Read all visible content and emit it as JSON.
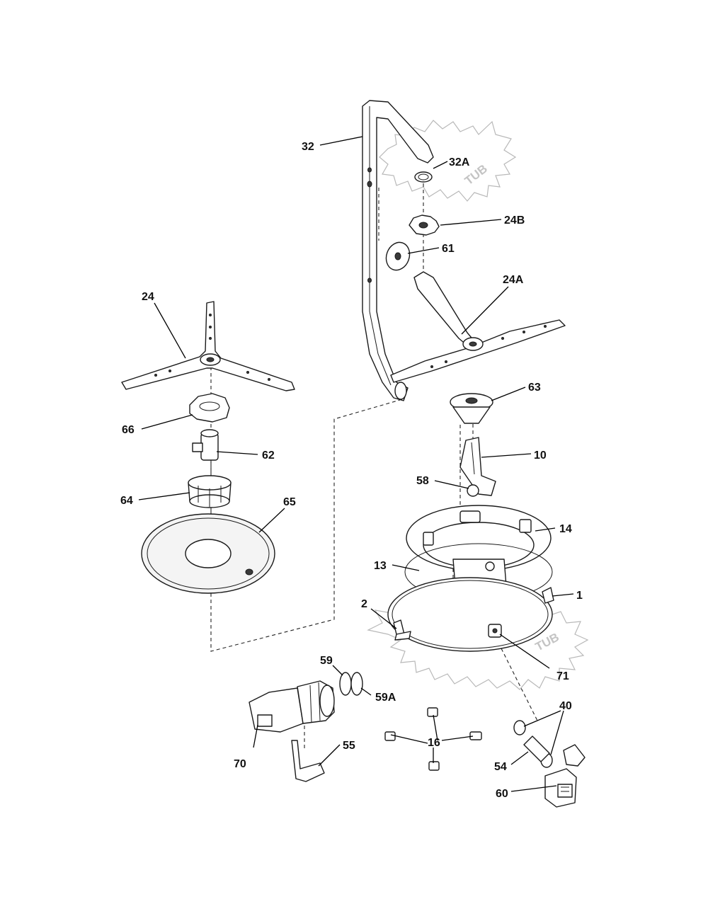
{
  "watermark": {
    "tub_upper": "TUB",
    "tub_lower": "TUB"
  },
  "callouts": {
    "c1": "1",
    "c2": "2",
    "c10": "10",
    "c13": "13",
    "c14": "14",
    "c16": "16",
    "c24": "24",
    "c24A": "24A",
    "c24B": "24B",
    "c32": "32",
    "c32A": "32A",
    "c40": "40",
    "c54": "54",
    "c55": "55",
    "c58": "58",
    "c59": "59",
    "c59A": "59A",
    "c60": "60",
    "c61": "61",
    "c62": "62",
    "c63": "63",
    "c64": "64",
    "c65": "65",
    "c66": "66",
    "c70": "70",
    "c71": "71"
  }
}
